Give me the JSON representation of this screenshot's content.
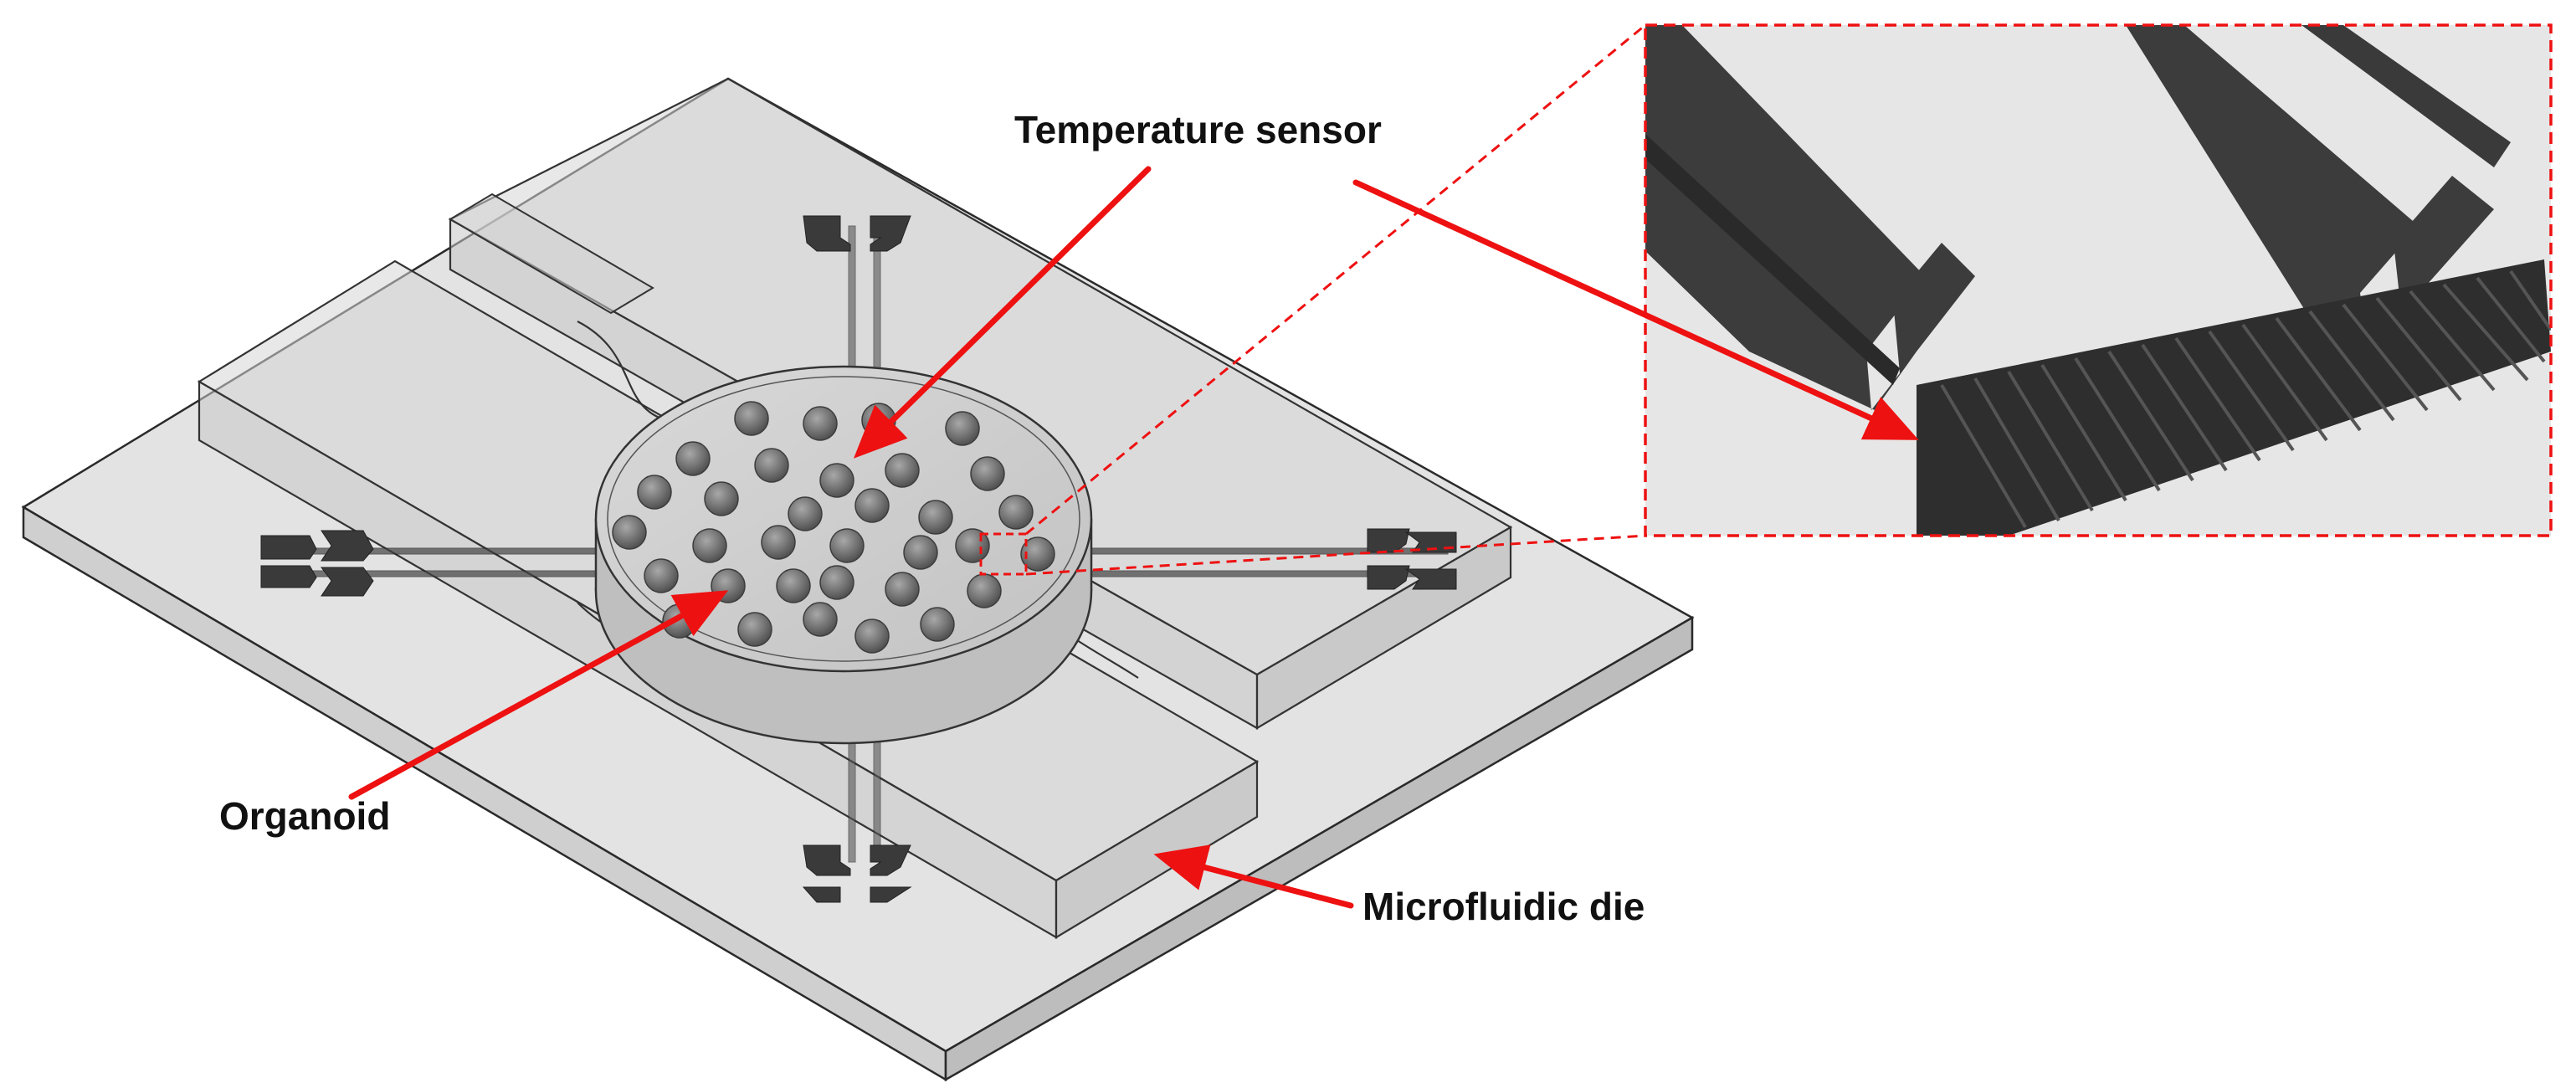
{
  "labels": {
    "temperature_sensor": "Temperature sensor",
    "organoid": "Organoid",
    "microfluidic_die": "Microfluidic die"
  },
  "colors": {
    "arrow": "#ee1111",
    "inset_border": "#ee1111",
    "electrode": "#3a3a3a",
    "substrate": "#e2e2e2",
    "organoid": "#6c6c6c",
    "inset_background": "#e6e6e6"
  },
  "components": [
    {
      "name": "substrate",
      "label": ""
    },
    {
      "name": "microfluidic-die",
      "label": "Microfluidic die"
    },
    {
      "name": "culture-chamber",
      "label": ""
    },
    {
      "name": "organoids",
      "label": "Organoid"
    },
    {
      "name": "electrodes",
      "label": ""
    },
    {
      "name": "temperature-sensor",
      "label": "Temperature sensor"
    }
  ],
  "inset": {
    "description_visible": false,
    "style": "dashed"
  }
}
